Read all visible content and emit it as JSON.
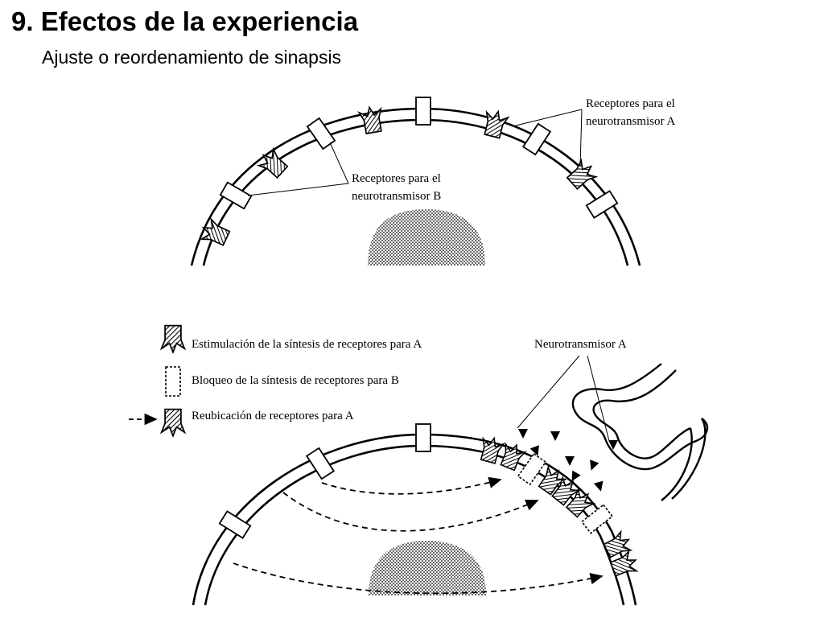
{
  "slide": {
    "title": "9. Efectos de la experiencia",
    "subtitle": "Ajuste o reordenamiento de sinapsis"
  },
  "top_diagram": {
    "label_receptors_a_line1": "Receptores para el",
    "label_receptors_a_line2": "neurotransmisor A",
    "label_receptors_b_line1": "Receptores para el",
    "label_receptors_b_line2": "neurotransmisor B"
  },
  "legend": {
    "stimulation": "Estimulación de la síntesis de receptores para A",
    "blocking": "Bloqueo de la síntesis de receptores para B",
    "relocation": "Reubicación de receptores para A"
  },
  "bottom_diagram": {
    "label_neurotransmitter_a": "Neurotransmisor A"
  },
  "colors": {
    "ink": "#000000",
    "background": "#ffffff",
    "hatch_fill": "#888888"
  }
}
